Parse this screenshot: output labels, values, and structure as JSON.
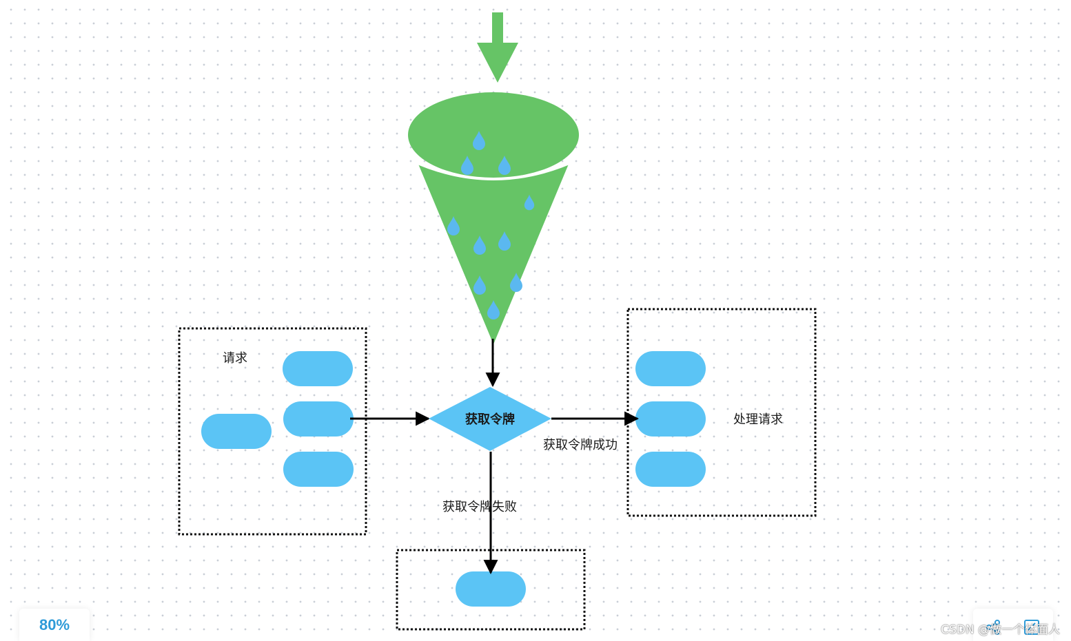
{
  "labels": {
    "request": "请求",
    "get_token": "获取令牌",
    "get_token_success": "获取令牌成功",
    "get_token_fail": "获取令牌失败",
    "handle_request": "处理请求"
  },
  "zoom_level": "80%",
  "watermark": "CSDN @做一个体面人",
  "colors": {
    "bucket_green": "#66c466",
    "token_blue": "#5bc4f5",
    "drop_blue": "#5bb8f0",
    "arrow": "#000000",
    "zoom_text": "#2f9bd8"
  },
  "icons": [
    "down-arrow-icon",
    "funnel-bucket-icon",
    "water-drop-icon",
    "share-icon",
    "edit-icon"
  ]
}
